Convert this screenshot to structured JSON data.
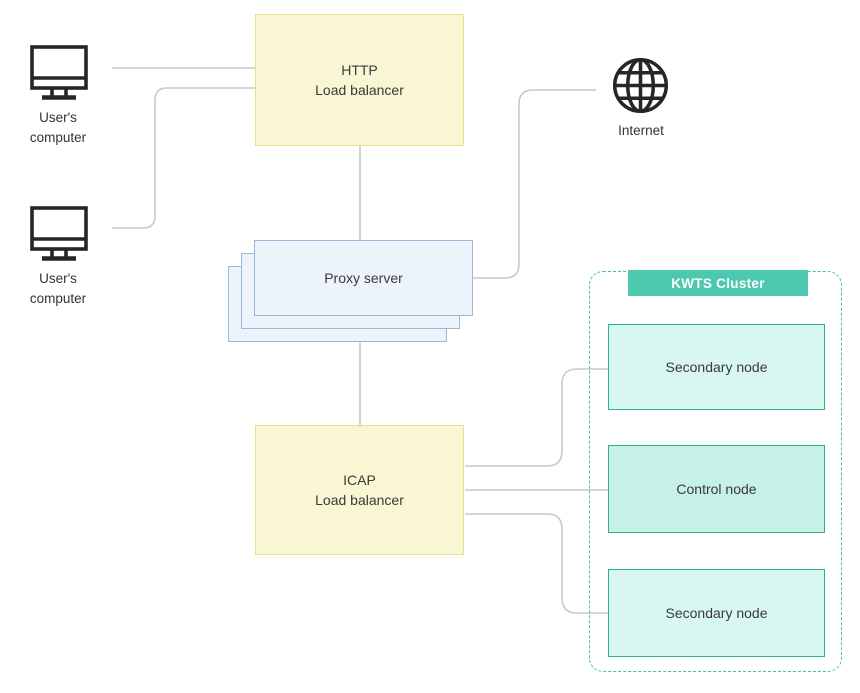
{
  "diagram": {
    "users": [
      {
        "label_line1": "User's",
        "label_line2": "computer"
      },
      {
        "label_line1": "User's",
        "label_line2": "computer"
      }
    ],
    "http_lb": {
      "line1": "HTTP",
      "line2": "Load balancer"
    },
    "proxy": {
      "label": "Proxy server"
    },
    "internet": {
      "label": "Internet"
    },
    "icap_lb": {
      "line1": "ICAP",
      "line2": "Load balancer"
    },
    "cluster": {
      "title": "KWTS Cluster",
      "nodes": [
        {
          "label": "Secondary node"
        },
        {
          "label": "Control node"
        },
        {
          "label": "Secondary node"
        }
      ]
    },
    "colors": {
      "load_balancer_fill": "#f9f6d3",
      "load_balancer_border": "#e9e088",
      "proxy_fill": "#edf3fb",
      "proxy_border": "#9cb6dc",
      "node_fill": "#d8f7f0",
      "control_node_fill": "#c7f0e6",
      "node_border": "#2fae96",
      "cluster_accent": "#4cc8af",
      "connector_gray": "#c9c9c9",
      "icon_stroke": "#262626"
    }
  }
}
